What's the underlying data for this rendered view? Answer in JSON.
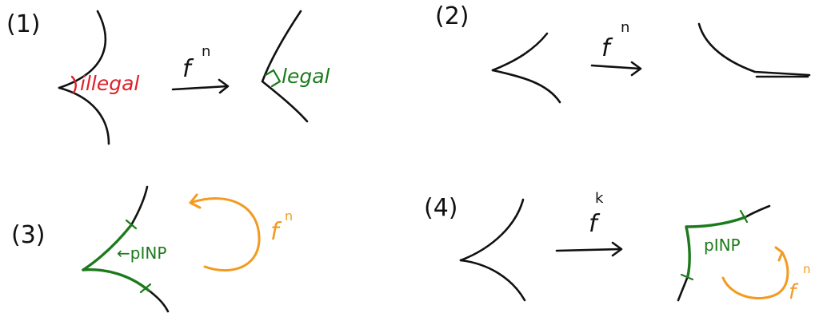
{
  "colors": {
    "ink": "#111111",
    "illegal": "#e0202a",
    "legal": "#1c7a1c",
    "pinp": "#1c7a1c",
    "orbit": "#f39a1f"
  },
  "panels": [
    {
      "label": "(1)",
      "left_text": "illegal",
      "map": "f",
      "map_exp": "n",
      "right_text": "legal"
    },
    {
      "label": "(2)",
      "map": "f",
      "map_exp": "n"
    },
    {
      "label": "(3)",
      "pinp_text": "←pINP",
      "map": "f",
      "map_exp": "n"
    },
    {
      "label": "(4)",
      "map": "f",
      "map_exp": "k",
      "pinp_text": "pINP",
      "orbit_map": "f",
      "orbit_exp": "n"
    }
  ]
}
